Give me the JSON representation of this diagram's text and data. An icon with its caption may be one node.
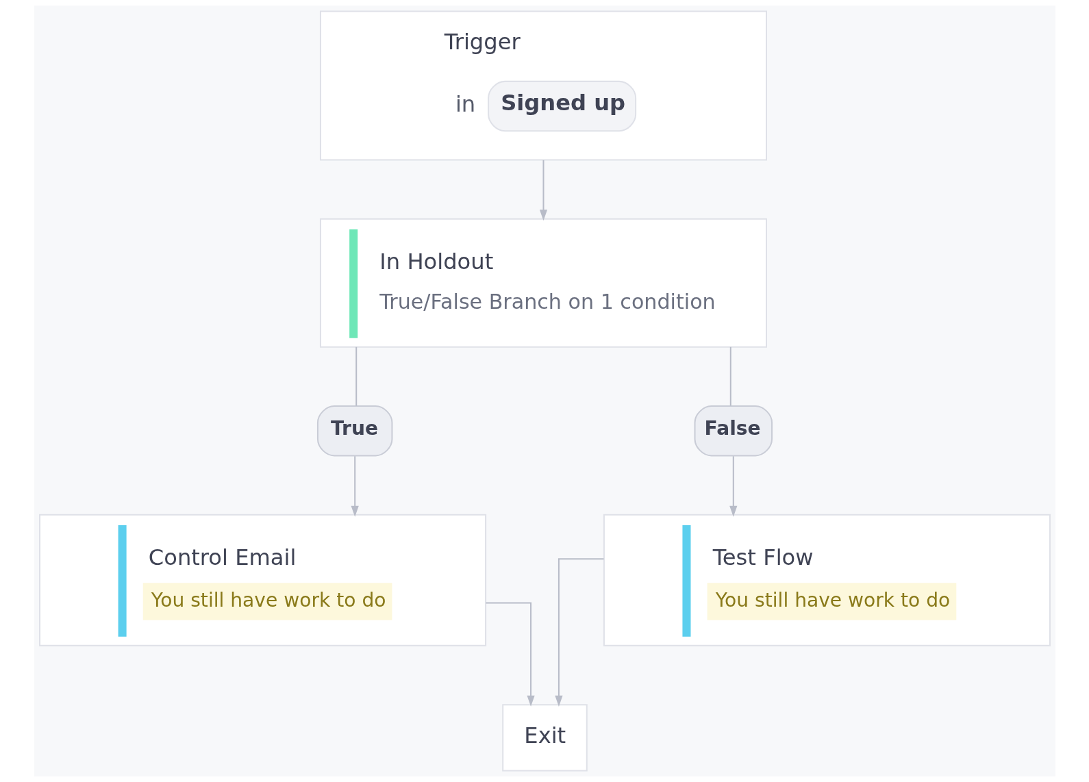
{
  "diagram": {
    "nodes": [
      {
        "text": [
          "Trigger",
          "in",
          "Signed up"
        ]
      },
      {
        "text": [
          "In Holdout",
          "True/False Branch on 1 condition"
        ]
      },
      {
        "text": [
          "True"
        ]
      },
      {
        "text": [
          "False"
        ]
      },
      {
        "text": [
          "Control Email",
          "You still have work to do"
        ]
      },
      {
        "text": [
          "Test Flow",
          "You still have work to do"
        ]
      },
      {
        "text": [
          "Exit"
        ]
      }
    ],
    "edges": [
      {
        "from": 0,
        "to": 1,
        "arrow": "to"
      },
      {
        "from": 1,
        "to": 2,
        "arrow": "none"
      },
      {
        "from": 1,
        "to": 3,
        "arrow": "none"
      },
      {
        "from": 2,
        "to": 4,
        "arrow": "to"
      },
      {
        "from": 3,
        "to": 5,
        "arrow": "to"
      },
      {
        "from": 4,
        "to": 6,
        "arrow": "to"
      },
      {
        "from": 5,
        "to": 6,
        "arrow": "to"
      }
    ]
  }
}
